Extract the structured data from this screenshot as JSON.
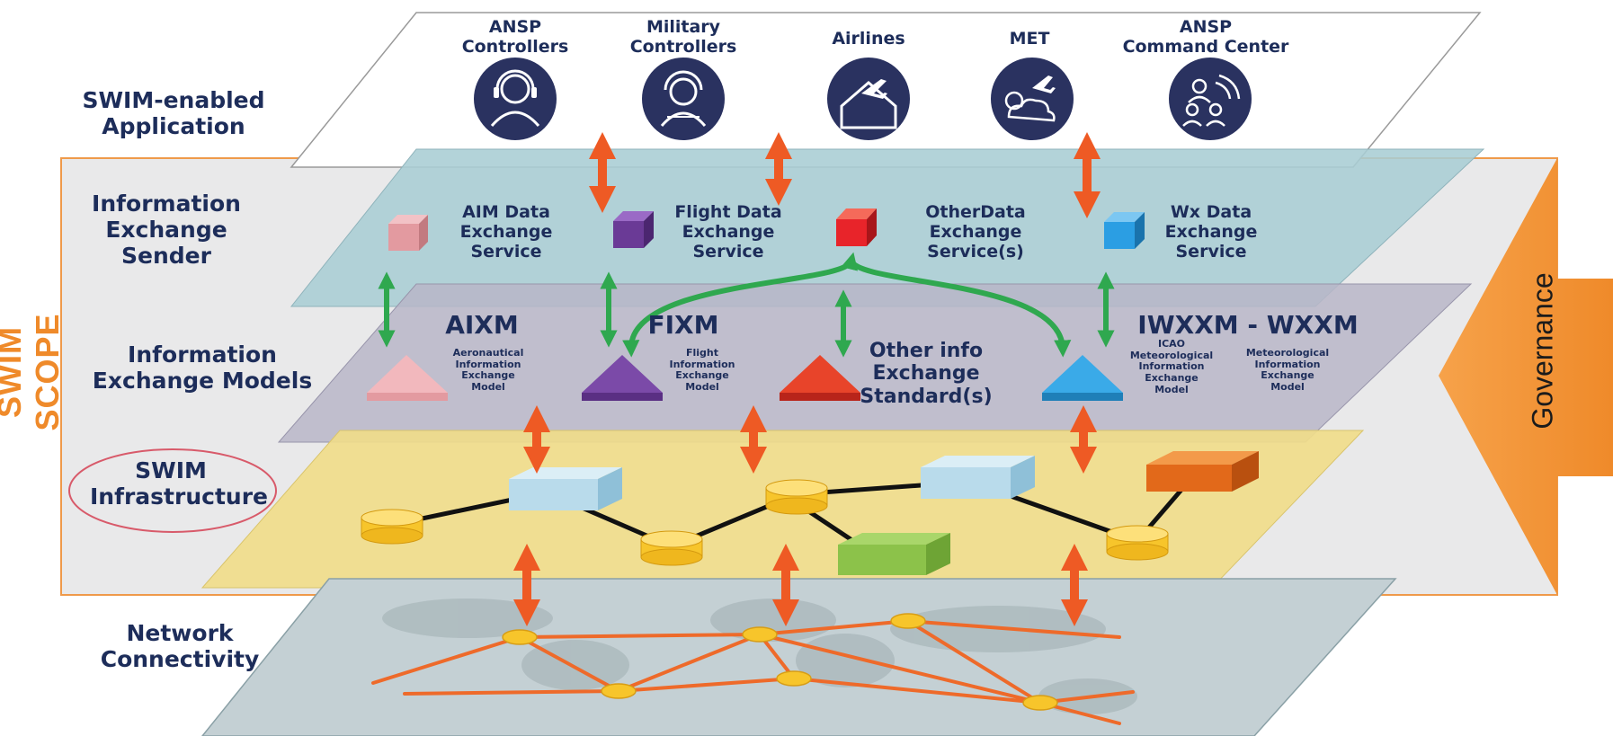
{
  "layers": {
    "application": "SWIM-enabled Application",
    "sender": "Information Exchange Sender",
    "models": "Information Exchange Models",
    "infrastructure": "SWIM Infrastructure",
    "network": "Network Connectivity"
  },
  "scope_label": "SWIM SCOPE",
  "governance_label": "Governance",
  "applications": [
    {
      "line1": "ANSP",
      "line2": "Controllers",
      "icon": "controller-headset-icon"
    },
    {
      "line1": "Military",
      "line2": "Controllers",
      "icon": "military-controller-icon"
    },
    {
      "line1": "",
      "line2": "Airlines",
      "icon": "airline-hangar-icon"
    },
    {
      "line1": "",
      "line2": "MET",
      "icon": "weather-plane-icon"
    },
    {
      "line1": "ANSP",
      "line2": "Command Center",
      "icon": "command-center-icon"
    }
  ],
  "services": [
    {
      "l1": "AIM Data",
      "l2": "Exchange",
      "l3": "Service",
      "color": "#e39aa0"
    },
    {
      "l1": "Flight Data",
      "l2": "Exchange",
      "l3": "Service",
      "color": "#6a3a96"
    },
    {
      "l1": "OtherData",
      "l2": "Exchange",
      "l3": "Service(s)",
      "color": "#e8242a"
    },
    {
      "l1": "Wx Data",
      "l2": "Exchange",
      "l3": "Service",
      "color": "#2b9ee3"
    }
  ],
  "models": [
    {
      "title": "AIXM",
      "sub": [
        "Aeronautical",
        "Information",
        "Exchange",
        "Model"
      ],
      "color": "#f2b8bd"
    },
    {
      "title": "FIXM",
      "sub": [
        "Flight",
        "Information",
        "Exchange",
        "Model"
      ],
      "color": "#7b4aa8"
    },
    {
      "title": "",
      "sub": [
        "Other info",
        "Exchange",
        "Standard(s)"
      ],
      "color": "#e8442a"
    },
    {
      "title": "IWXXM - WXXM",
      "sub": [
        "ICAO",
        "Meteorological",
        "Information",
        "Exchange",
        "Model"
      ],
      "sub2": [
        "Meteorological",
        "Information",
        "Exchange",
        "Model"
      ],
      "color": "#3aaae8"
    }
  ],
  "colors": {
    "orange_arrow": "#ee5a24",
    "green_arrow": "#2fa84f",
    "scope_orange": "#ef8a2a",
    "navy": "#1d2d5a"
  }
}
